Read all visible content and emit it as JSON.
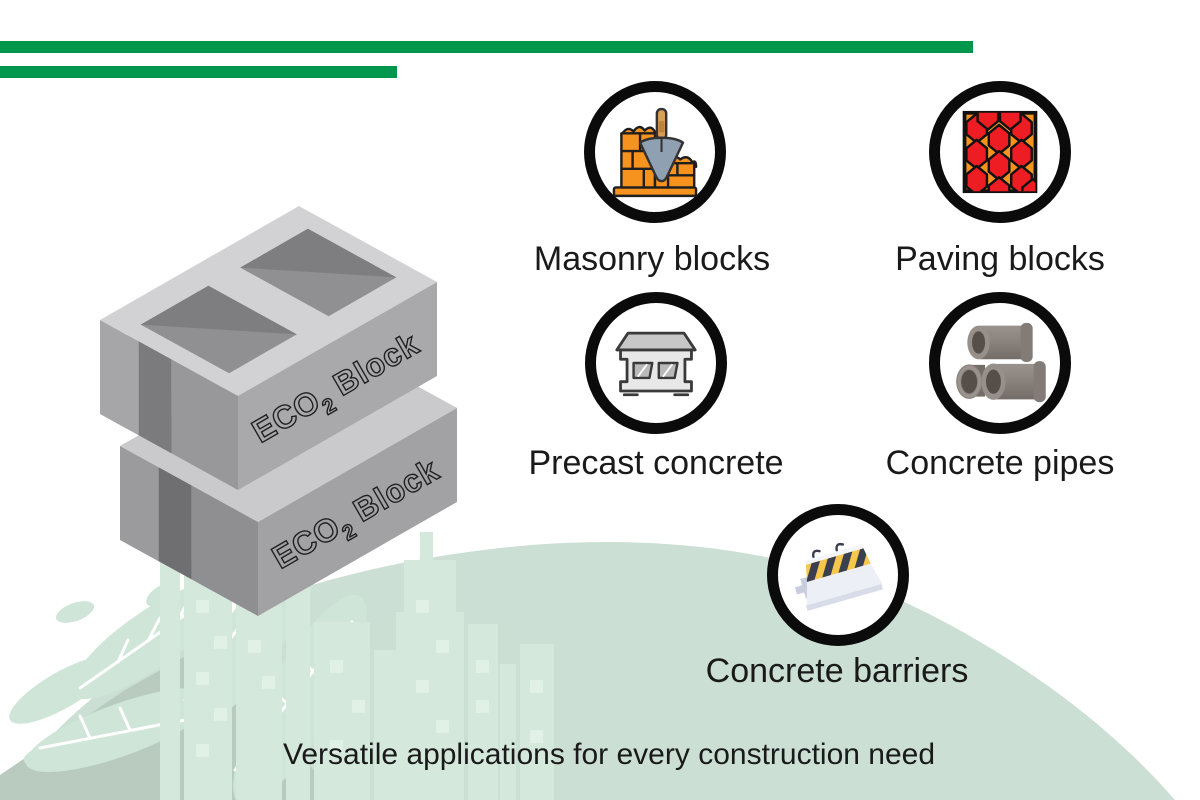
{
  "brand": {
    "eco": "ECO",
    "sub": "2",
    "block": "Block",
    "full": "ECO2 Block"
  },
  "header": {
    "accent_bar_color": "#00964B",
    "bar_count": 2
  },
  "applications": [
    {
      "label": "Masonry blocks",
      "icon": "masonry-trowel-icon"
    },
    {
      "label": "Paving blocks",
      "icon": "paving-pattern-icon"
    },
    {
      "label": "Precast concrete",
      "icon": "precast-element-icon"
    },
    {
      "label": "Concrete pipes",
      "icon": "concrete-pipes-icon"
    },
    {
      "label": "Concrete barriers",
      "icon": "jersey-barrier-icon"
    }
  ],
  "tagline": "Versatile applications for every construction need",
  "colors": {
    "accent_green": "#00964B",
    "hill": "#CBDFD4",
    "foliage": "#CFE5D8",
    "foliage_dark": "#B9CABF",
    "skyline": "#D5E8DC",
    "skyline_window": "#E2F1E8",
    "block_top": "#D2D2D4",
    "block_front": "#A9A9AB",
    "block_side": "#98989A",
    "icon_ring": "#0B0B0B",
    "brick_orange": "#F6921E",
    "paver_red": "#EE1D23",
    "trowel_gray": "#8FA0B2",
    "pipe_gray": "#8B837D",
    "barrier_stripe_yellow": "#F7C74B",
    "barrier_stripe_dark": "#3B4050",
    "label_text": "#1A1A1A"
  }
}
